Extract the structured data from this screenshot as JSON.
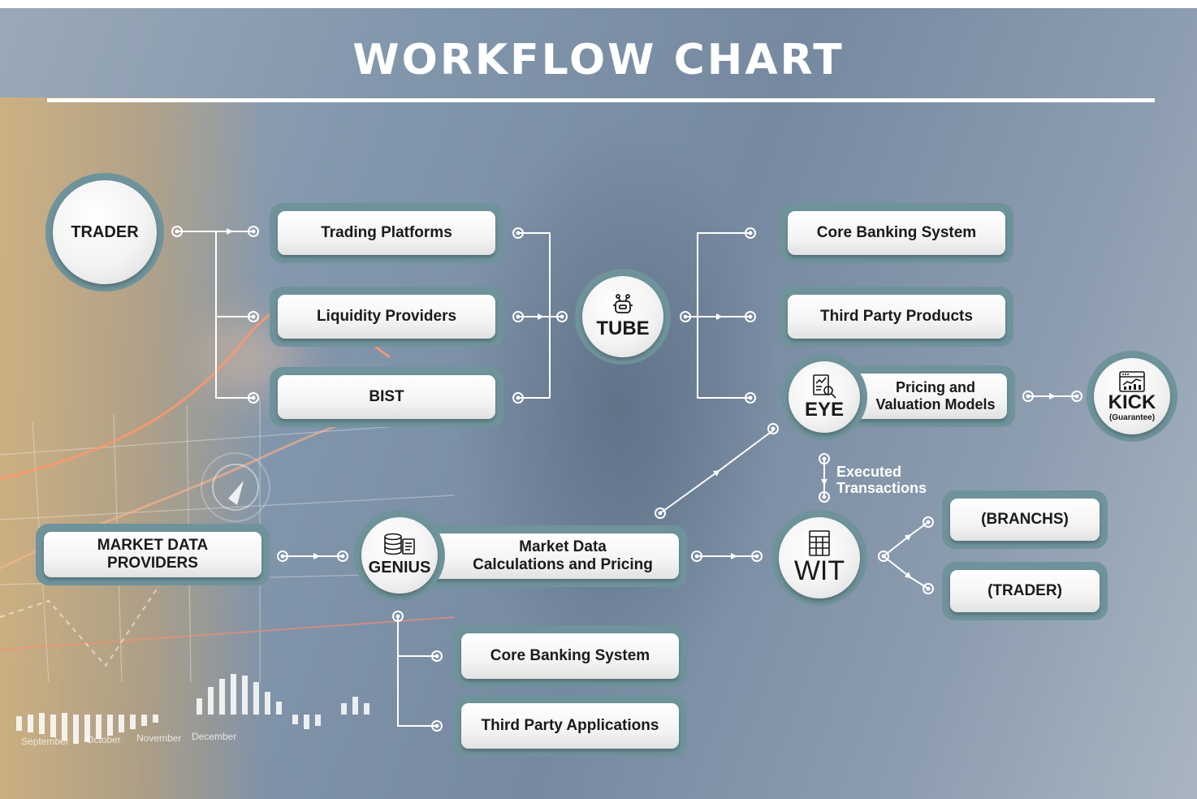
{
  "title": "WORKFLOW CHART",
  "nodes": {
    "trader": "TRADER",
    "trading_platforms": "Trading Platforms",
    "liquidity_providers": "Liquidity Providers",
    "bist": "BIST",
    "tube": "TUBE",
    "core_banking_top": "Core Banking System",
    "third_party_products": "Third Party Products",
    "eye": "EYE",
    "pricing_line1": "Pricing and",
    "pricing_line2": "Valuation Models",
    "kick": "KICK",
    "kick_sub": "(Guarantee)",
    "market_data_line1": "MARKET DATA",
    "market_data_line2": "PROVIDERS",
    "genius": "GENIUS",
    "mdcalc_line1": "Market Data",
    "mdcalc_line2": "Calculations and Pricing",
    "wit": "WIT",
    "executed_line1": "Executed",
    "executed_line2": "Transactions",
    "branchs": "(BRANCHS)",
    "trader_out": "(TRADER)",
    "core_banking_bottom": "Core Banking System",
    "third_party_apps": "Third Party Applications"
  },
  "background_months": [
    "September",
    "October",
    "November",
    "December"
  ],
  "colors": {
    "frame": "#6f939b",
    "connector": "#ffffff",
    "title": "#ffffff"
  },
  "icons": {
    "tube": "robot-icon",
    "eye": "report-magnifier-icon",
    "kick": "dashboard-chart-icon",
    "genius": "database-document-icon",
    "wit": "spreadsheet-icon"
  }
}
